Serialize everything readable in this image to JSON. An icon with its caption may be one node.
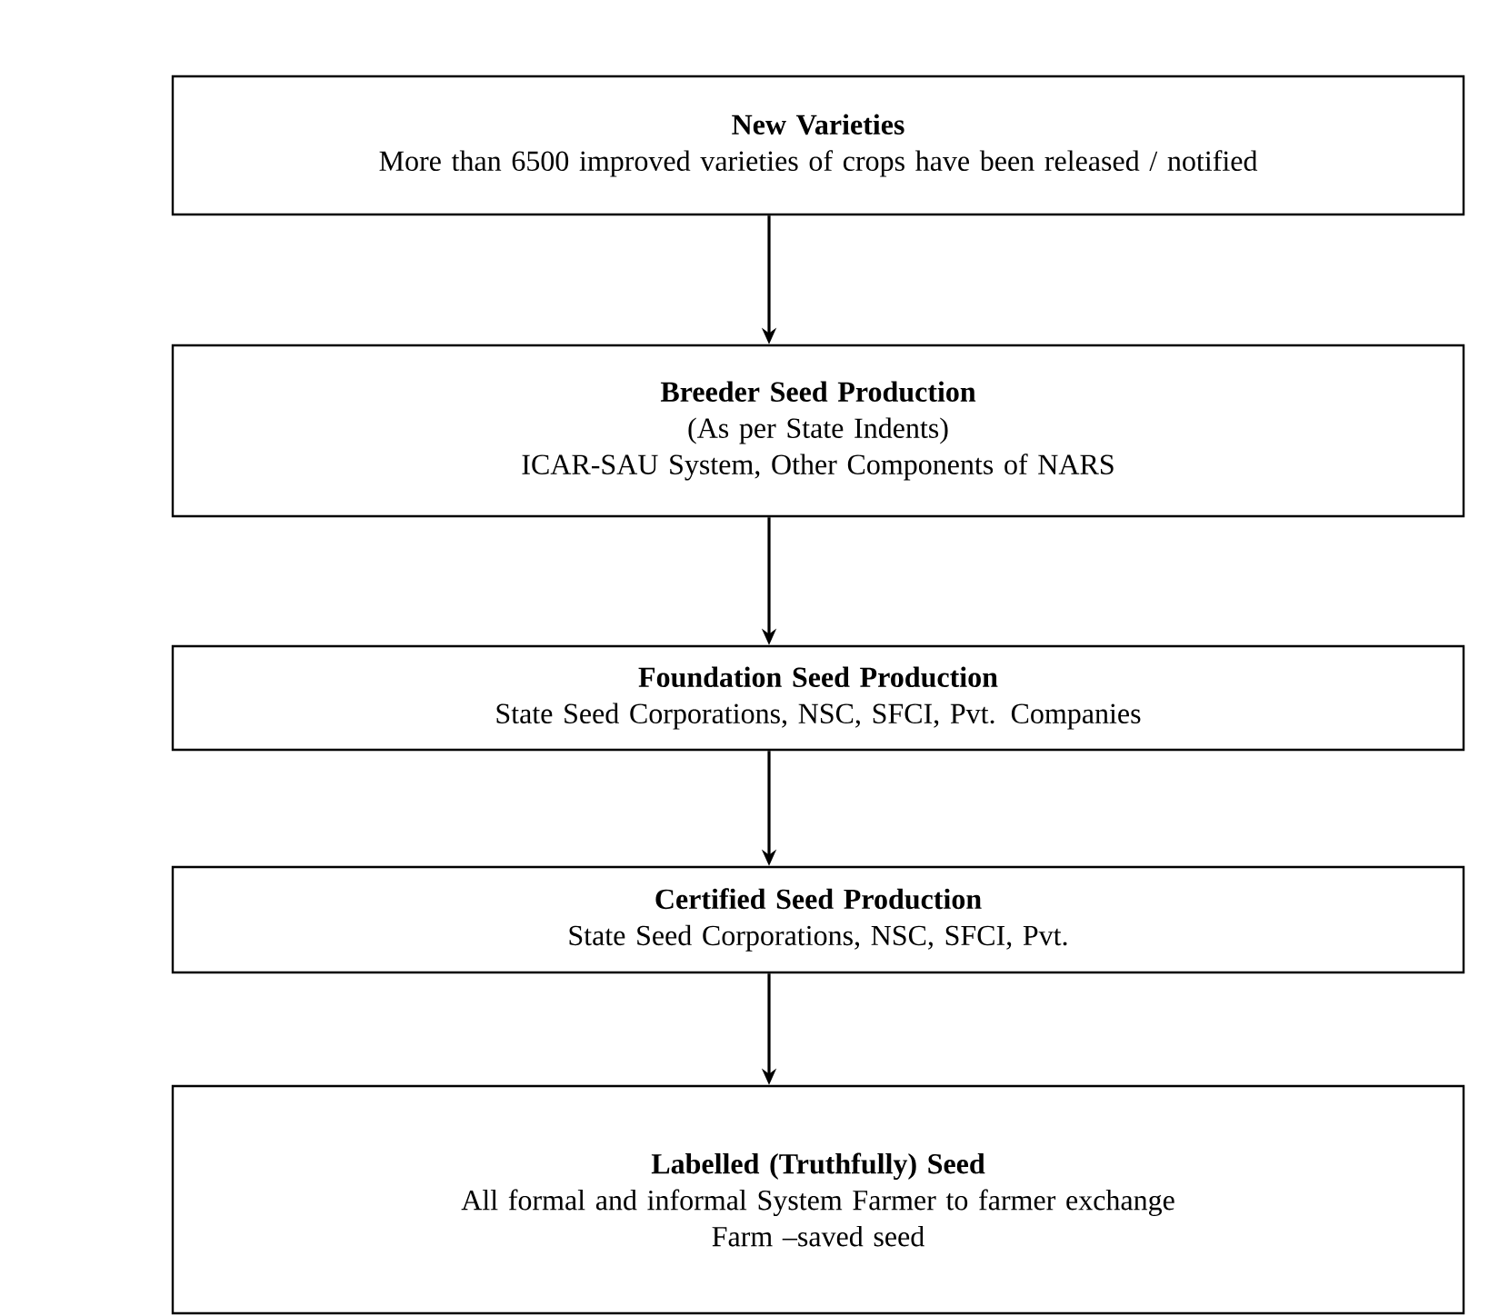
{
  "diagram": {
    "nodes": [
      {
        "text": [
          "New Varieties",
          "More than 6500 improved varieties of crops have been released / notified"
        ]
      },
      {
        "text": [
          "Breeder Seed Production",
          "(As per State Indents)",
          "ICAR-SAU System, Other Components of NARS"
        ]
      },
      {
        "text": [
          "Foundation Seed Production",
          "State Seed Corporations, NSC, SFCI, Pvt. Companies"
        ]
      },
      {
        "text": [
          "Certified Seed Production",
          "State Seed Corporations, NSC, SFCI, Pvt."
        ]
      },
      {
        "text": [
          "Labelled (Truthfully) Seed",
          "All formal and informal System Farmer to farmer exchange",
          "Farm –saved seed"
        ]
      }
    ],
    "edges": [
      {
        "from": 0,
        "to": 1,
        "arrow": "to"
      },
      {
        "from": 1,
        "to": 2,
        "arrow": "to"
      },
      {
        "from": 2,
        "to": 3,
        "arrow": "to"
      },
      {
        "from": 3,
        "to": 4,
        "arrow": "to"
      }
    ]
  }
}
